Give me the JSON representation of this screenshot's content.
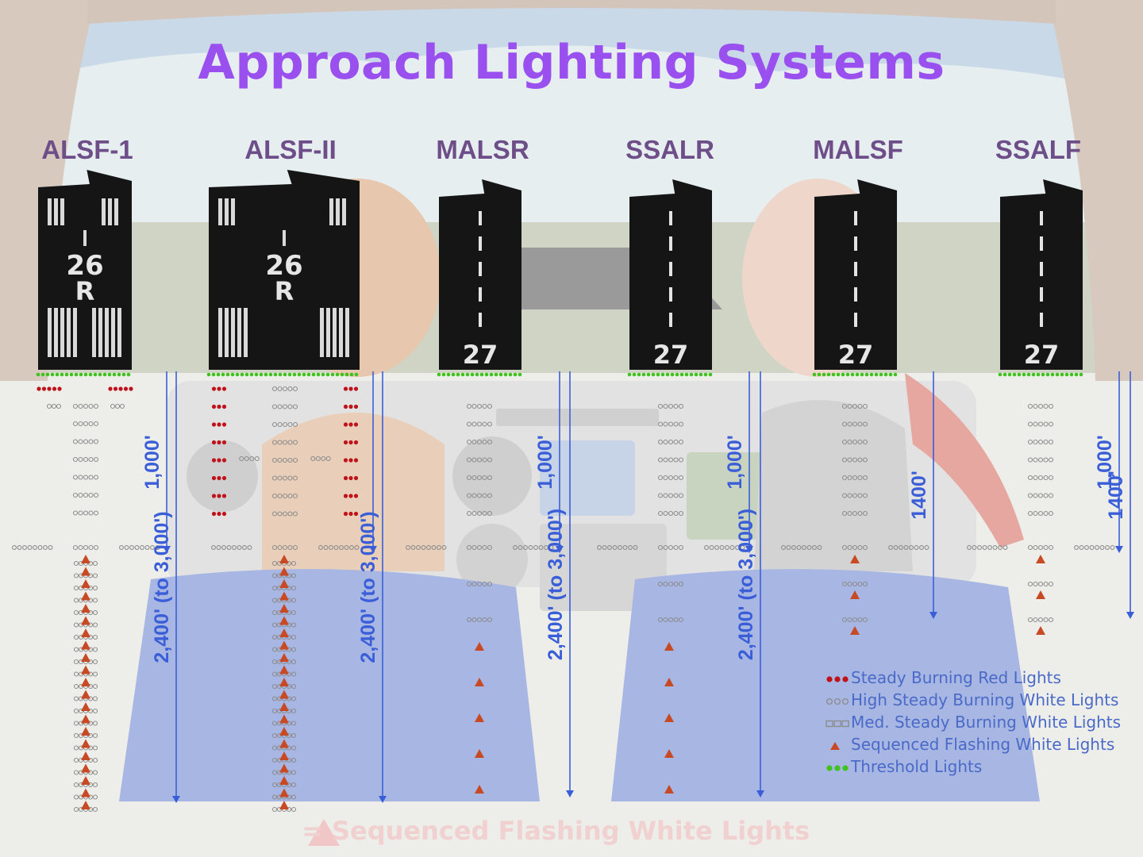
{
  "title": "Approach Lighting Systems",
  "colors": {
    "title": "#9a50ee",
    "labels": "#6e4e88",
    "dimension": "#3a5ed8",
    "red_lights": "#c0121a",
    "flash_lights": "#c84a24",
    "threshold_lights": "#3fc21c",
    "runway": "#151515"
  },
  "systems": [
    {
      "label": "ALSF-1",
      "runway_number": "26",
      "runway_suffix": "R",
      "dimension_upper": "1,000'",
      "dimension_lower": "2,400' (to 3,000')"
    },
    {
      "label": "ALSF-II",
      "runway_number": "26",
      "runway_suffix": "R",
      "dimension_lower": "2,400' (to 3,000')"
    },
    {
      "label": "MALSR",
      "runway_number": "27",
      "dimension_upper": "1,000'",
      "dimension_lower": "2,400' (to 3,000')"
    },
    {
      "label": "SSALR",
      "runway_number": "27",
      "dimension_upper": "1,000'",
      "dimension_lower": "2,400' (to 3,000')"
    },
    {
      "label": "MALSF",
      "runway_number": "27",
      "dimension_lower": "1400'"
    },
    {
      "label": "SSALF",
      "runway_number": "27",
      "dimension_upper": "1,000'",
      "dimension_lower": "1400'"
    }
  ],
  "legend": [
    {
      "icon": "steady-red-lights-icon",
      "text": "Steady Burning Red Lights"
    },
    {
      "icon": "high-steady-white-lights-icon",
      "text": "High Steady Burning White Lights"
    },
    {
      "icon": "med-steady-white-lights-icon",
      "text": "Med. Steady Burning White Lights"
    },
    {
      "icon": "sequenced-flashing-lights-icon",
      "text": "Sequenced Flashing White Lights"
    },
    {
      "icon": "threshold-lights-icon",
      "text": "Threshold Lights"
    }
  ],
  "ghost_caption": "= Sequenced Flashing White Lights"
}
